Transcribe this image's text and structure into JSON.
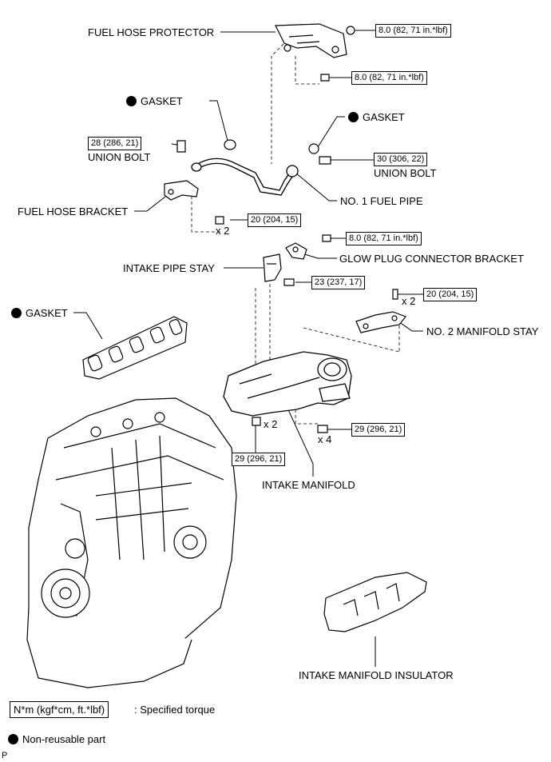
{
  "labels": {
    "fuel_hose_protector": "FUEL HOSE PROTECTOR",
    "gasket_top": "GASKET",
    "gasket_right": "GASKET",
    "union_bolt_left": "UNION BOLT",
    "union_bolt_right": "UNION BOLT",
    "fuel_hose_bracket": "FUEL HOSE BRACKET",
    "no1_fuel_pipe": "NO. 1 FUEL PIPE",
    "glow_plug_connector_bracket": "GLOW PLUG CONNECTOR BRACKET",
    "intake_pipe_stay": "INTAKE PIPE STAY",
    "gasket_manifold": "GASKET",
    "no2_manifold_stay": "NO. 2 MANIFOLD STAY",
    "intake_manifold": "INTAKE MANIFOLD",
    "intake_manifold_insulator": "INTAKE MANIFOLD INSULATOR"
  },
  "torques": {
    "protector_top": "8.0 (82, 71 in.*lbf)",
    "protector_bottom": "8.0 (82, 71 in.*lbf)",
    "union_left": "28 (286, 21)",
    "union_right": "30 (306, 22)",
    "bracket": "20 (204, 15)",
    "glow_plug": "8.0 (82, 71 in.*lbf)",
    "stay": "23 (237, 17)",
    "manifold_stay": "20 (204, 15)",
    "manifold_right": "29 (296, 21)",
    "manifold_left": "29 (296, 21)"
  },
  "multipliers": {
    "bracket": "x 2",
    "manifold_stay": "x 2",
    "manifold_left": "x 2",
    "manifold_right": "x 4"
  },
  "legend": {
    "torque_unit": "N*m (kgf*cm, ft.*lbf)",
    "torque_desc": ": Specified torque",
    "nonreusable": "Non-reusable part"
  },
  "corner_mark": "P"
}
